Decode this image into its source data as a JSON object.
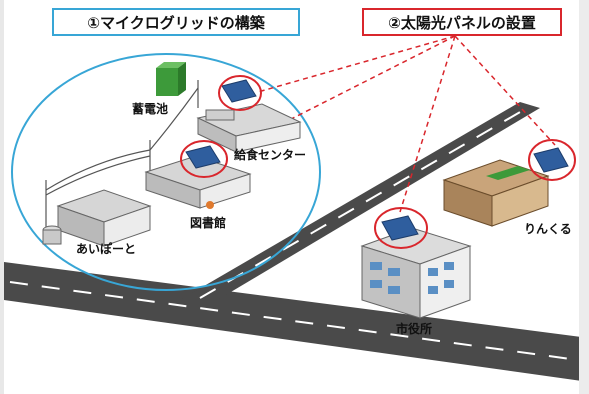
{
  "titles": {
    "microgrid": "①マイクログリッドの構築",
    "solar": "②太陽光パネルの設置"
  },
  "labels": {
    "battery": "蓄電池",
    "kyushoku_center": "給食センター",
    "library": "図書館",
    "aipoto": "あいぽーと",
    "rinkuru": "りんくる",
    "city_hall": "市役所"
  },
  "colors": {
    "microgrid_frame": "#38a6d6",
    "solar_frame": "#d9262c",
    "battery": "#3d9a3a",
    "panel": "#2f5e9e",
    "road": "#4a4a4a"
  }
}
